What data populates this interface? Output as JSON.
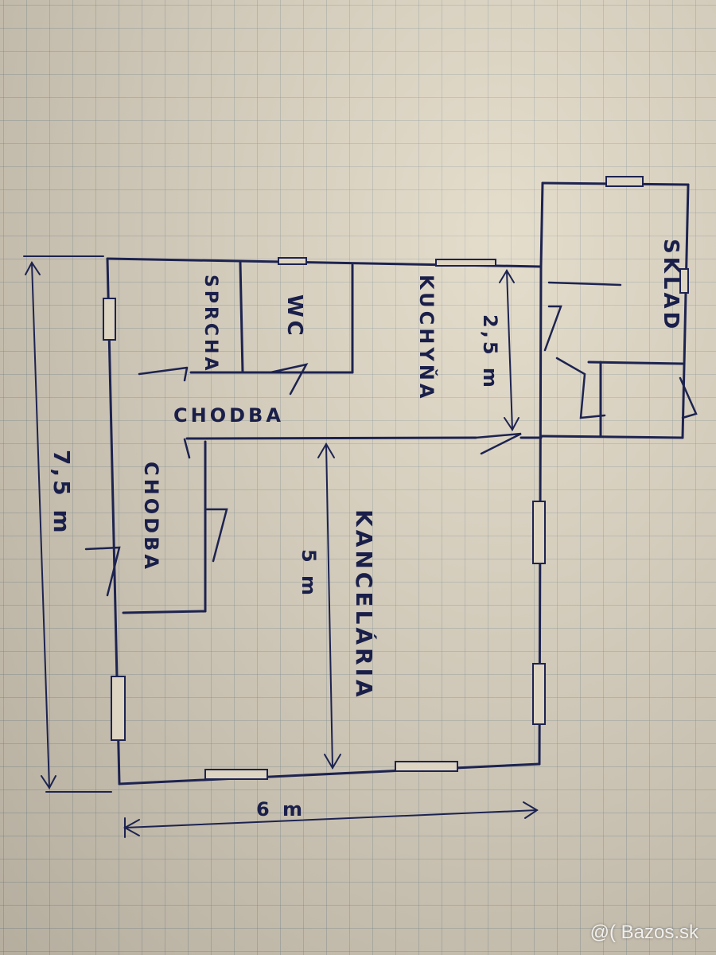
{
  "plan": {
    "rooms": {
      "sprcha": "SPRCHA",
      "wc": "WC",
      "kuchyna": "KUCHYŇA",
      "chodba_top": "CHODBA",
      "chodba_left": "CHODBA",
      "kancelaria": "KANCELÁRIA",
      "sklad": "SKLAD"
    },
    "dimensions": {
      "height": "7,5 m",
      "width": "6 m",
      "kitchen": "2,5 m",
      "office": "5 m"
    }
  },
  "watermark": "@( Bazos.sk"
}
